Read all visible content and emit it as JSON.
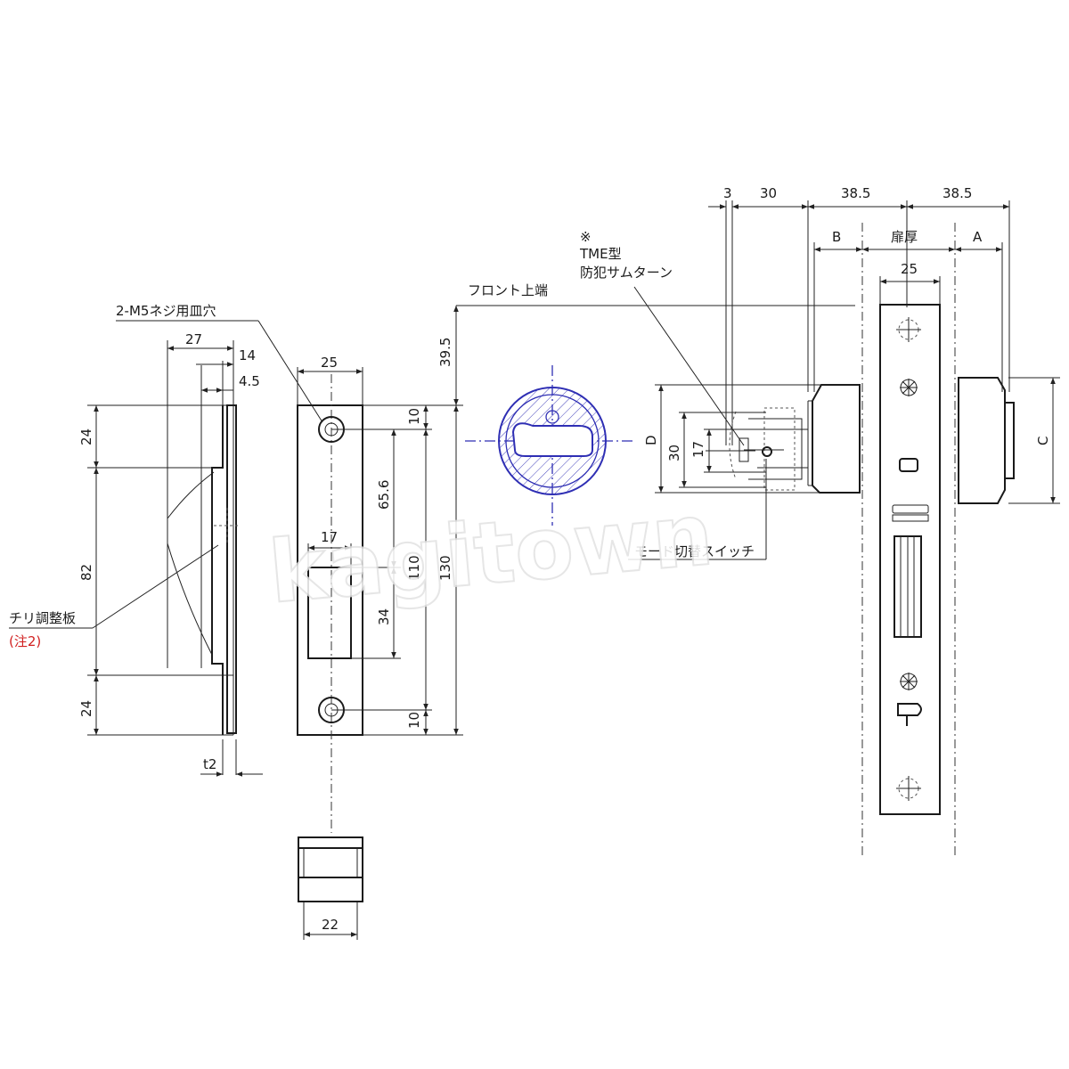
{
  "labels": {
    "screw_holes": "2-M5ネジ用皿穴",
    "chiri_plate": "チリ調整板",
    "note2": "(注2)",
    "front_top": "フロント上端",
    "note_mark": "※",
    "tme_type": "TME型",
    "thumbturn": "防犯サムターン",
    "mode_switch": "モード切替スイッチ",
    "door_thickness": "扉厚",
    "dim_A": "A",
    "dim_B": "B",
    "dim_C": "C",
    "dim_D": "D"
  },
  "dimensions": {
    "d27": "27",
    "d14": "14",
    "d4_5": "4.5",
    "d24_top": "24",
    "d82": "82",
    "d24_bot": "24",
    "t2": "t2",
    "d25_front": "25",
    "d17": "17",
    "d10_top": "10",
    "d65_6": "65.6",
    "d34": "34",
    "d110": "110",
    "d130": "130",
    "d10_bot": "10",
    "d39_5": "39.5",
    "d22": "22",
    "d3": "3",
    "d30_top": "30",
    "d38_5_left": "38.5",
    "d38_5_right": "38.5",
    "d25_door": "25",
    "d30_side": "30",
    "d17_side": "17"
  },
  "watermark": "kagitown",
  "colors": {
    "line": "#1a1a1a",
    "accent": "#2f2fb4",
    "note": "#d11f1f"
  }
}
